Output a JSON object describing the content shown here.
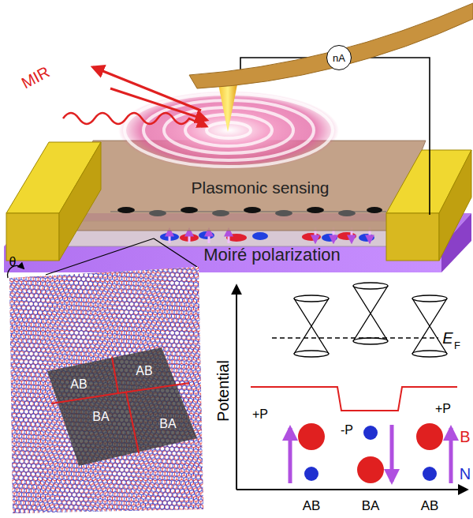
{
  "diagram": {
    "nodes": [
      {
        "text": [
          "nA"
        ]
      }
    ],
    "labels": [
      "MIR",
      "Plasmonic sensing",
      "Moiré polarization",
      "θ",
      "AB",
      "AB",
      "BA",
      "BA",
      "Potential",
      "E",
      "F",
      "+P",
      "-P",
      "+P",
      "B",
      "N",
      "AB",
      "BA",
      "AB"
    ]
  }
}
